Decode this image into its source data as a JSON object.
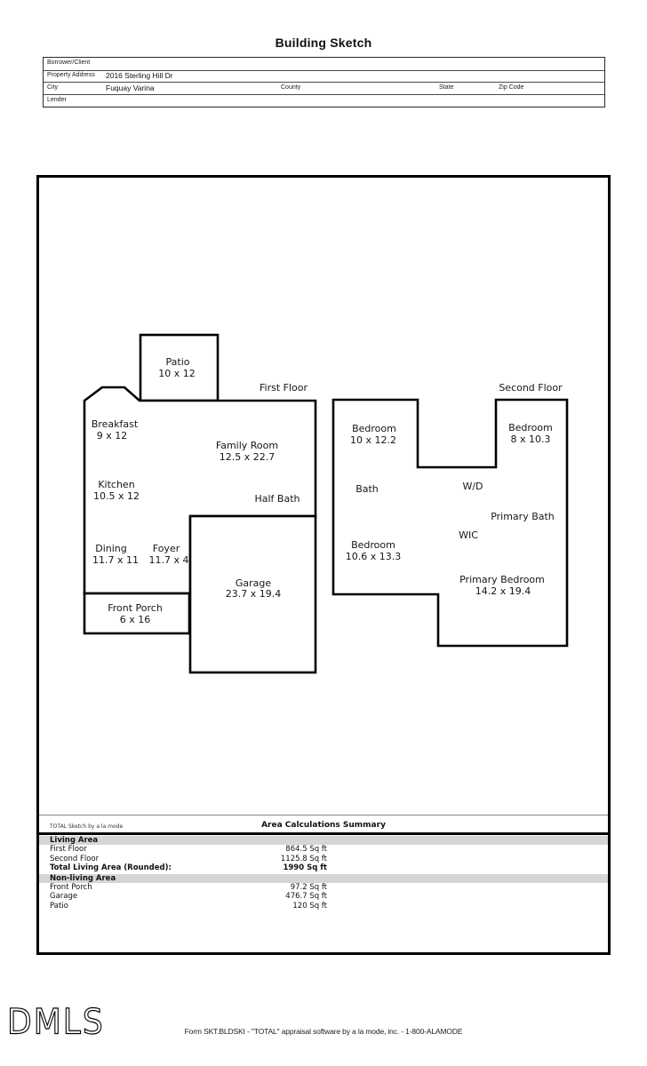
{
  "title": "Building Sketch",
  "form": {
    "borrower_label": "Borrower/Client",
    "property_address_label": "Property Address",
    "property_address_value": "2016 Sterling Hill Dr",
    "city_label": "City",
    "city_value": "Fuquay Varina",
    "county_label": "County",
    "state_label": "State",
    "zip_label": "Zip Code",
    "lender_label": "Lender"
  },
  "sketch": {
    "first_floor": {
      "title": "First Floor",
      "patio": [
        "Patio",
        "10 x 12"
      ],
      "breakfast": [
        "Breakfast",
        "9 x 12"
      ],
      "family_room": [
        "Family Room",
        "12.5 x 22.7"
      ],
      "kitchen": [
        "Kitchen",
        "10.5 x 12"
      ],
      "half_bath": [
        "Half Bath"
      ],
      "dining": [
        "Dining",
        "11.7 x 11"
      ],
      "foyer": [
        "Foyer",
        "11.7 x 4"
      ],
      "garage": [
        "Garage",
        "23.7 x 19.4"
      ],
      "front_porch": [
        "Front Porch",
        "6 x 16"
      ]
    },
    "second_floor": {
      "title": "Second Floor",
      "bedroom1": [
        "Bedroom",
        "10 x 12.2"
      ],
      "bedroom2": [
        "Bedroom",
        "8 x 10.3"
      ],
      "bath": [
        "Bath"
      ],
      "wd": [
        "W/D"
      ],
      "primary_bath": [
        "Primary Bath"
      ],
      "wic": [
        "WIC"
      ],
      "bedroom3": [
        "Bedroom",
        "10.6 x 13.3"
      ],
      "primary_bedroom": [
        "Primary Bedroom",
        "14.2 x 19.4"
      ]
    }
  },
  "summary": {
    "watermark": "TOTAL Sketch by a la mode",
    "title": "Area Calculations Summary",
    "living_header": "Living Area",
    "rows_living": [
      {
        "label": "First Floor",
        "value": "864.5 Sq ft"
      },
      {
        "label": "Second Floor",
        "value": "1125.8 Sq ft"
      }
    ],
    "total_label": "Total Living Area (Rounded):",
    "total_value": "1990 Sq ft",
    "nonliving_header": "Non-living Area",
    "rows_nonliving": [
      {
        "label": "Front Porch",
        "value": "97.2 Sq ft"
      },
      {
        "label": "Garage",
        "value": "476.7 Sq ft"
      },
      {
        "label": "Patio",
        "value": "120 Sq ft"
      }
    ]
  },
  "footer": {
    "logo": "DMLS",
    "form_line": "Form SKT.BLDSKI - \"TOTAL\" appraisal software by a la mode, inc. - 1-800-ALAMODE"
  }
}
